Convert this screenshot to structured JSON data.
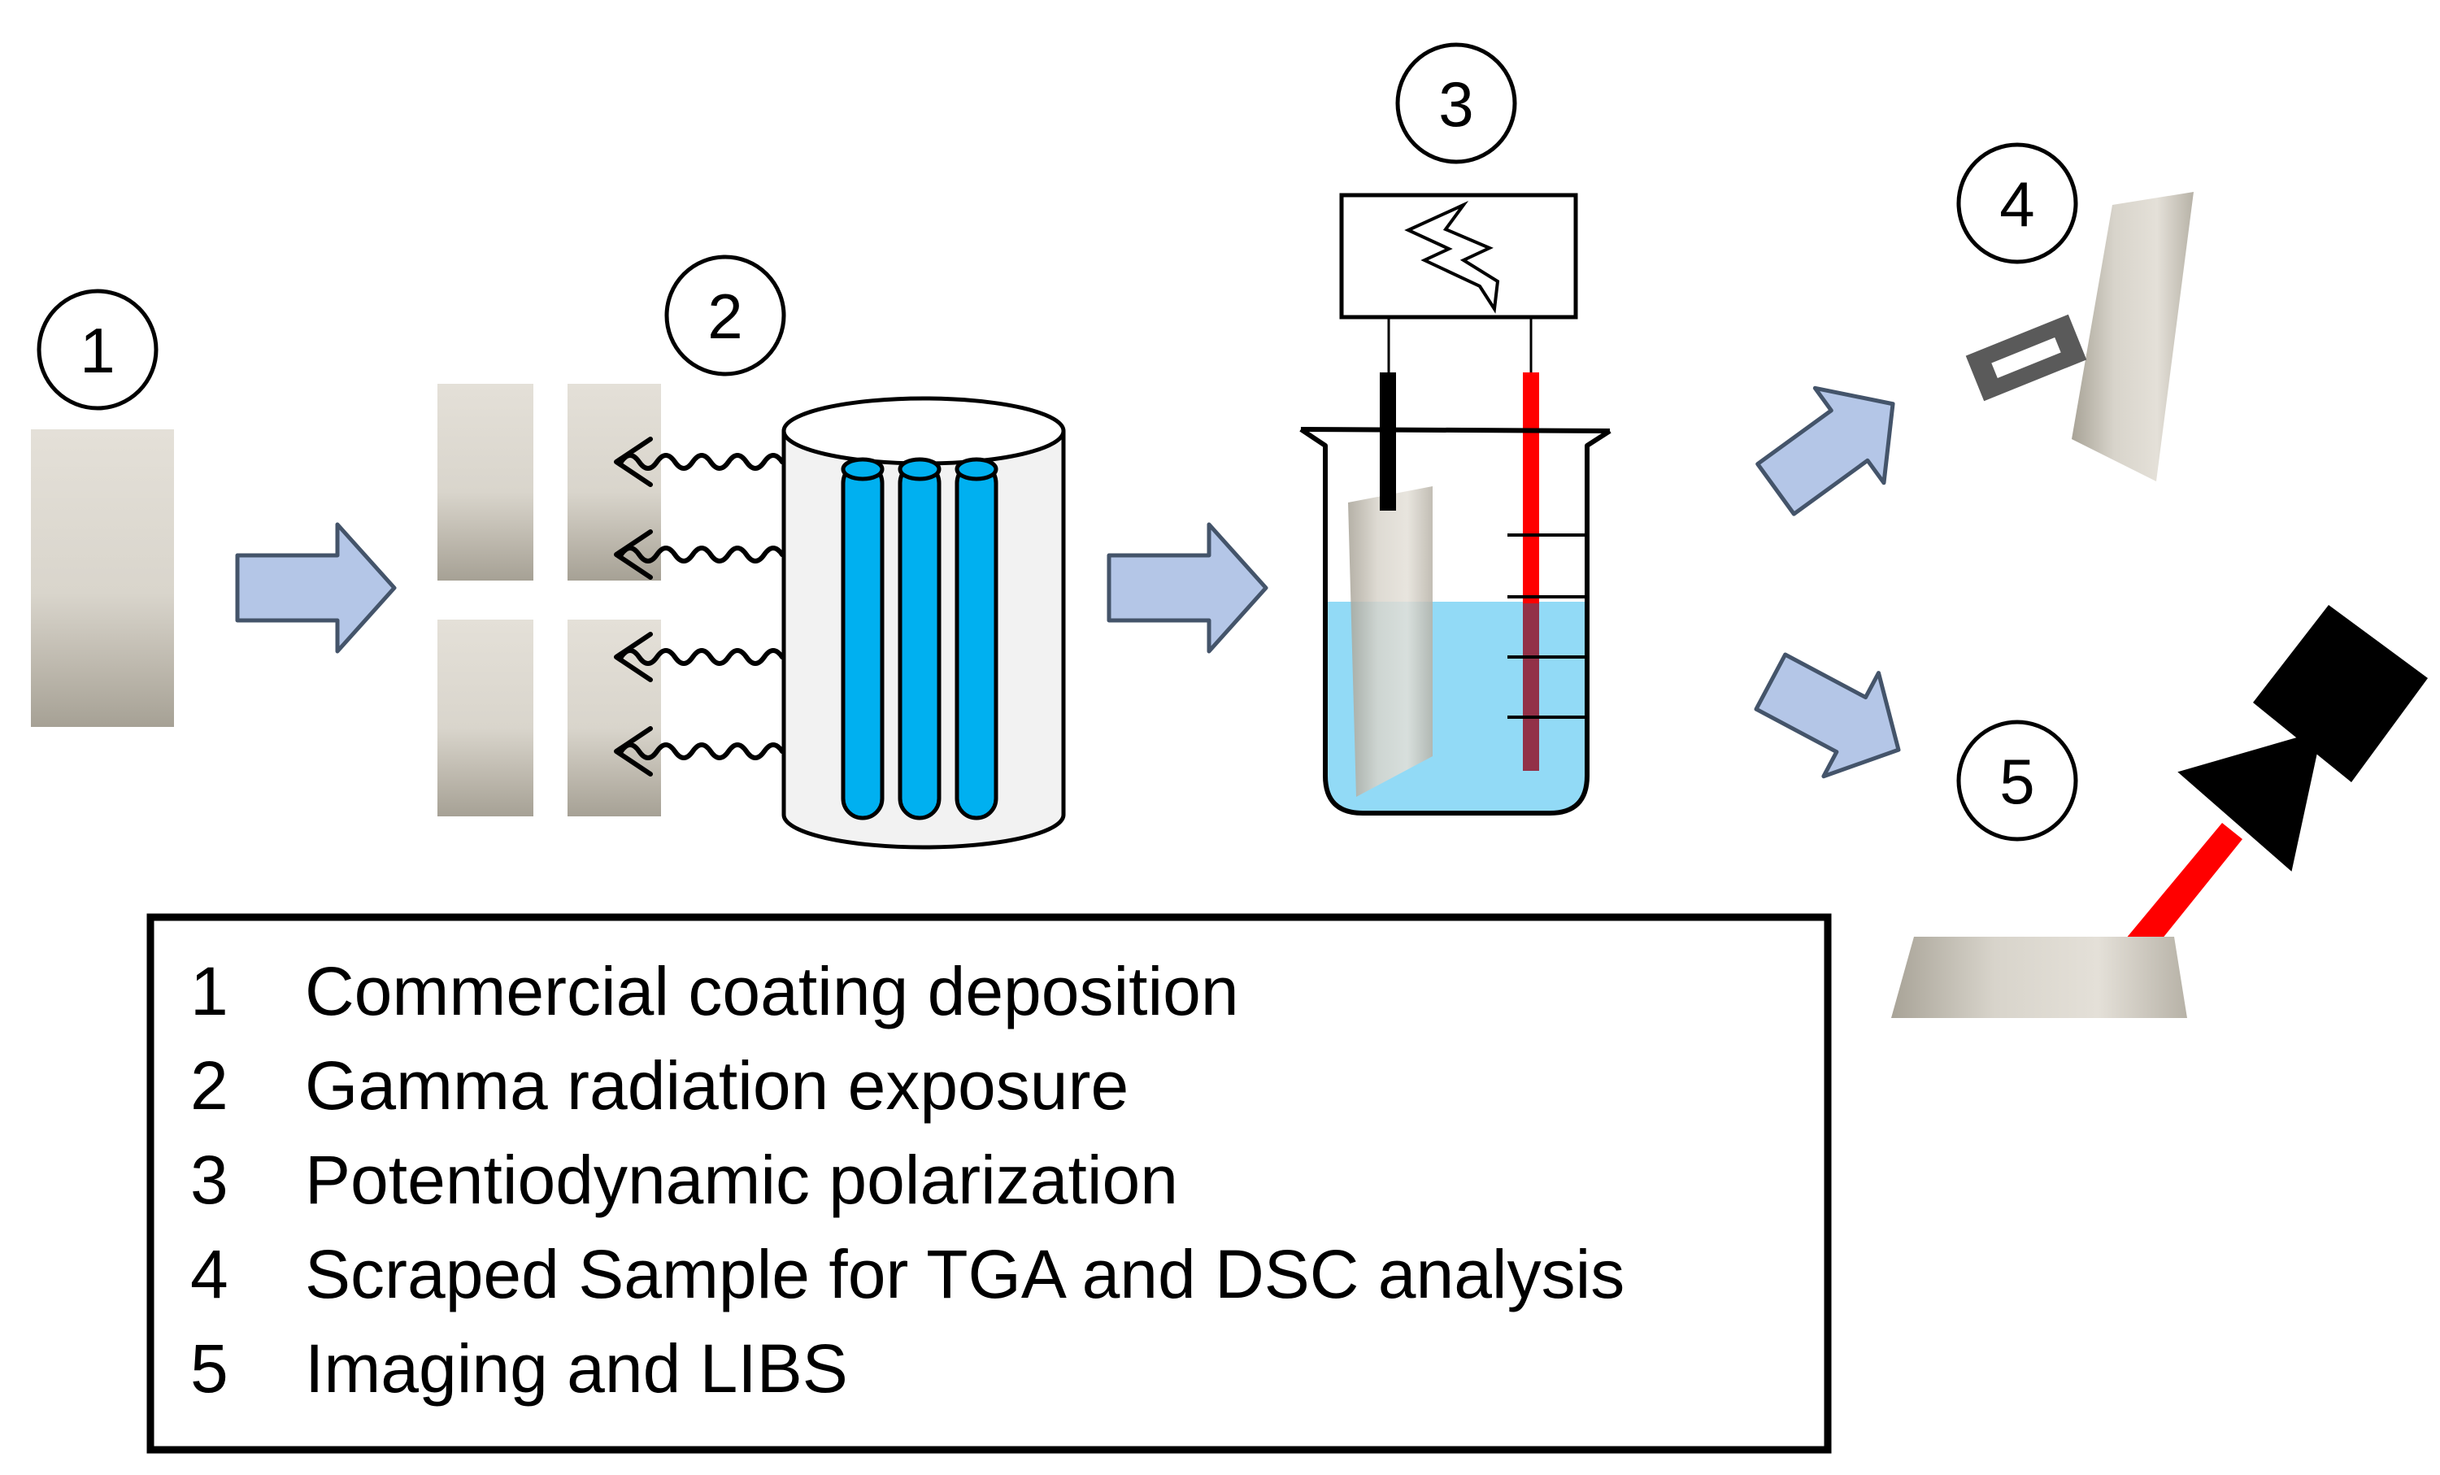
{
  "steps": [
    {
      "number": "1",
      "description": "Commercial coating deposition"
    },
    {
      "number": "2",
      "description": "Gamma radiation exposure"
    },
    {
      "number": "3",
      "description": "Potentiodynamic polarization"
    },
    {
      "number": "4",
      "description": "Scraped Sample for TGA and DSC analysis"
    },
    {
      "number": "5",
      "description": "Imaging and LIBS"
    }
  ],
  "colors": {
    "sample_light": "#e6e2da",
    "sample_dark": "#a8a397",
    "arrow_fill": "#b4c6e7",
    "arrow_stroke": "#44546a",
    "source_rod": "#00b0f0",
    "electrolyte": "#7fd3f4",
    "red_electrode": "#ff0000",
    "black_electrode": "#000000",
    "laser": "#ff0000"
  },
  "icons": {
    "power_supply": "lightning-bolt-icon",
    "scraper": "razor-blade-icon",
    "camera": "camera-icon"
  }
}
